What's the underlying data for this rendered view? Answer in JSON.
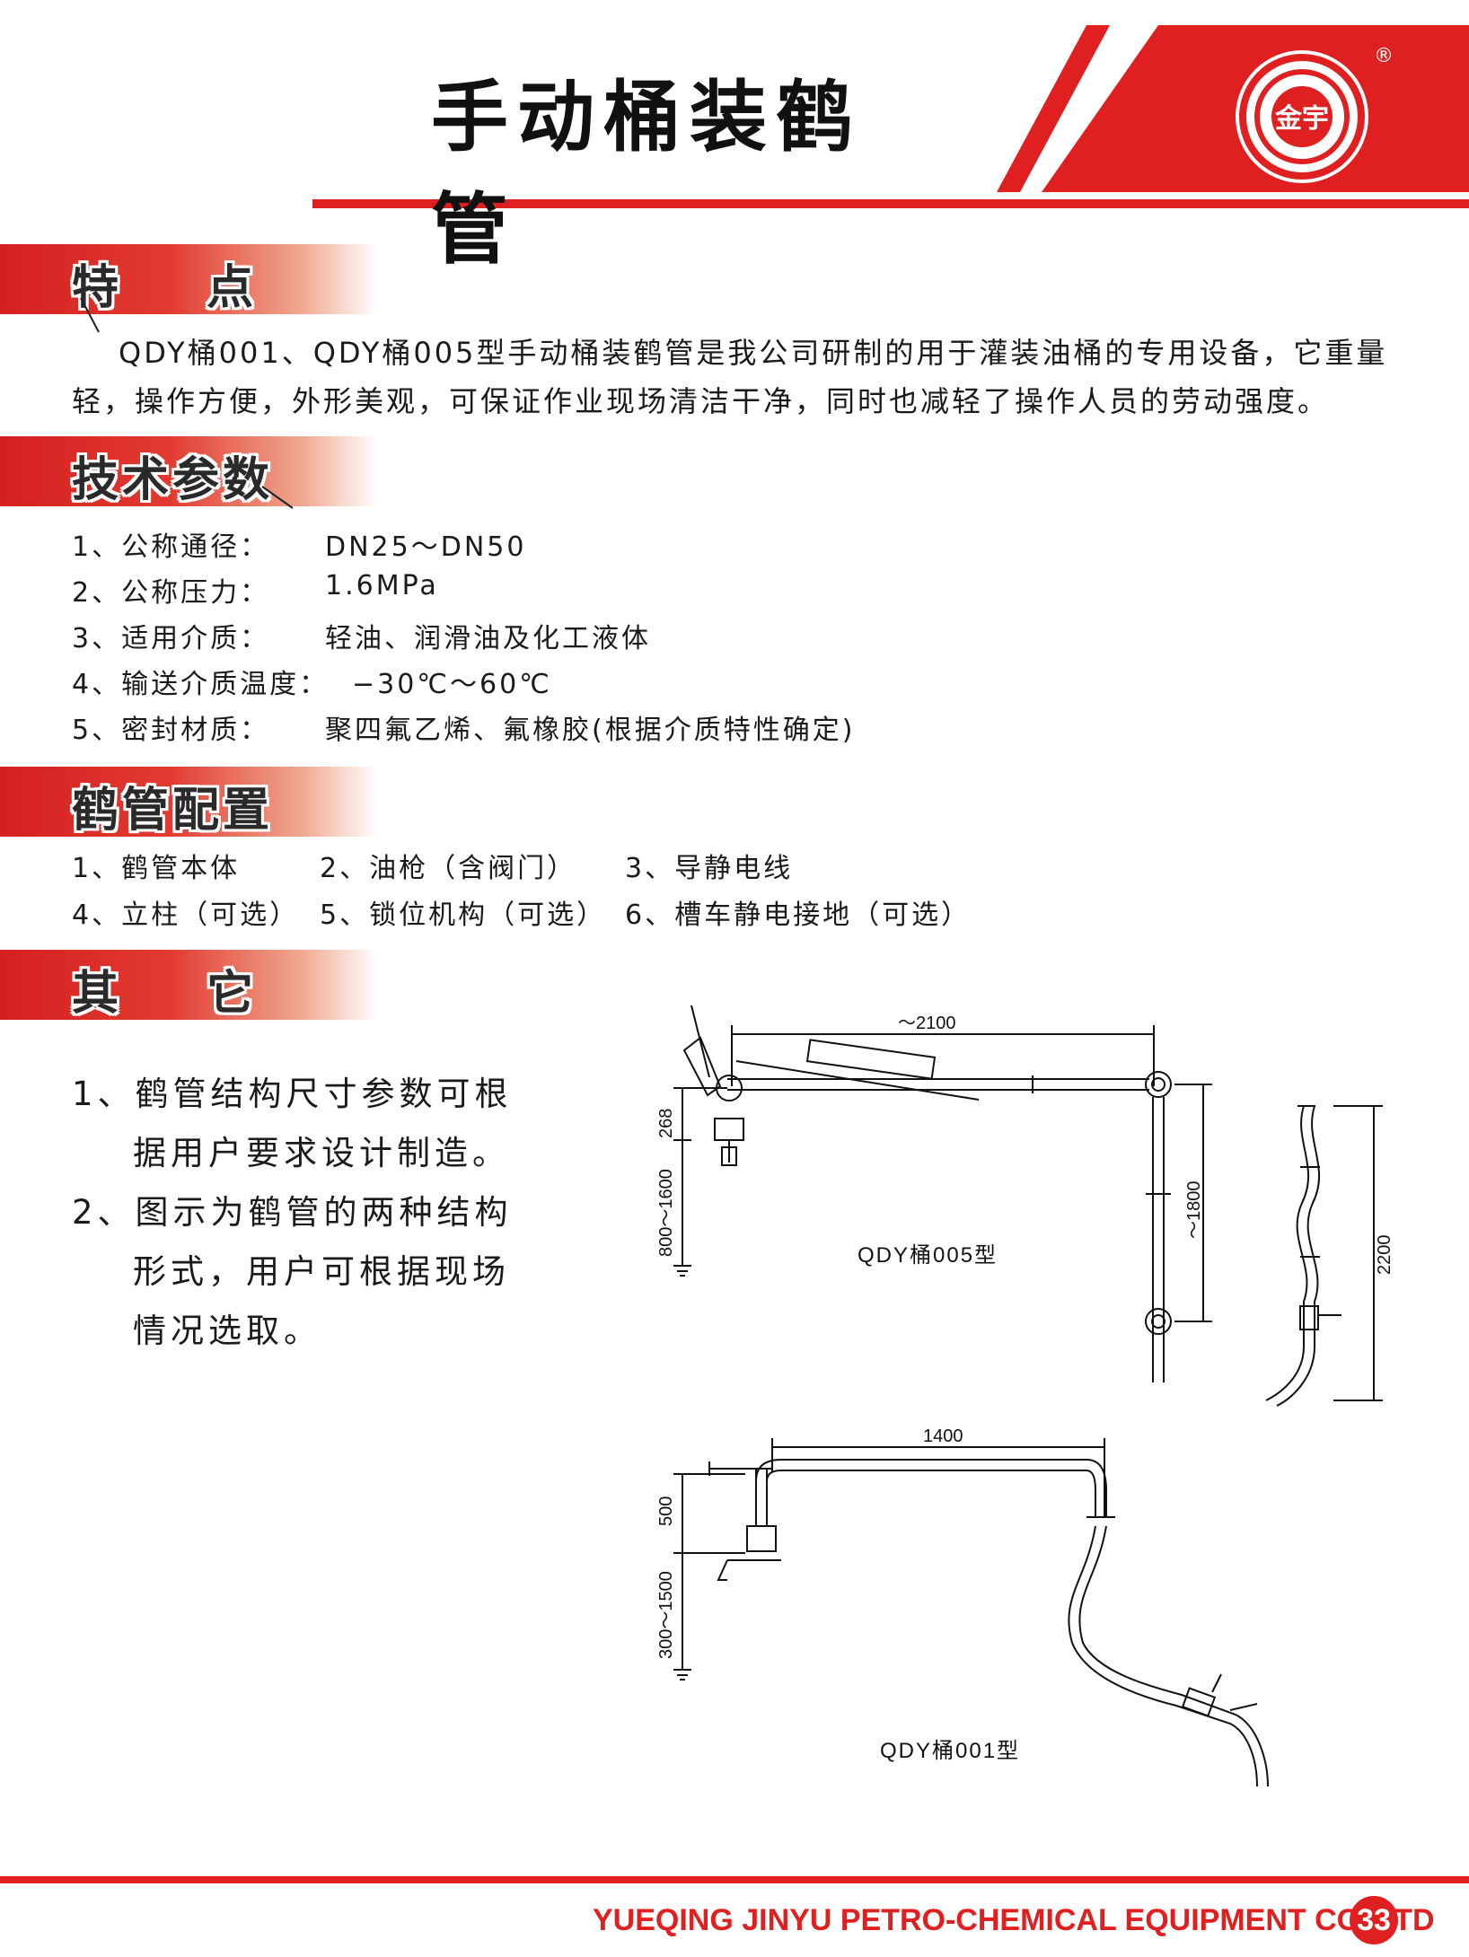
{
  "header": {
    "title": "手动桶装鹤管",
    "logo_text": "金宇",
    "registered_mark": "®"
  },
  "sections": {
    "features": {
      "title": "特 点",
      "text_line1": "QDY桶001、QDY桶005型手动桶装鹤管是我公司研制的用于灌装油桶的专用设备，它重量",
      "text_line2": "轻，操作方便，外形美观，可保证作业现场清洁干净，同时也减轻了操作人员的劳动强度。"
    },
    "specs": {
      "title": "技术参数",
      "items": [
        {
          "label": "1、公称通径：",
          "value": "DN25～DN50"
        },
        {
          "label": "2、公称压力：",
          "value": "1.6MPa"
        },
        {
          "label": "3、适用介质：",
          "value": "轻油、润滑油及化工液体"
        },
        {
          "label": "4、输送介质温度：",
          "value": "−30℃～60℃"
        },
        {
          "label": "5、密封材质：",
          "value": "聚四氟乙烯、氟橡胶(根据介质特性确定)"
        }
      ]
    },
    "config": {
      "title": "鹤管配置",
      "items": [
        "1、鹤管本体",
        "2、油枪（含阀门）",
        "3、导静电线",
        "4、立柱（可选）",
        "5、锁位机构（可选）",
        "6、槽车静电接地（可选）"
      ]
    },
    "other": {
      "title": "其 它",
      "lines": [
        "1、鹤管结构尺寸参数可根",
        "据用户要求设计制造。",
        "2、图示为鹤管的两种结构",
        "形式，用户可根据现场",
        "情况选取。"
      ]
    }
  },
  "drawings": {
    "top": {
      "model": "QDY桶005型",
      "dim_width": "～2100",
      "dim_268": "268",
      "dim_800_1600": "800～1600",
      "dim_1800": "～1800",
      "dim_2200": "2200"
    },
    "bottom": {
      "model": "QDY桶001型",
      "dim_width": "1400",
      "dim_500": "500",
      "dim_300_1500": "300～1500"
    }
  },
  "footer": {
    "company": "YUEQING JINYU PETRO-CHEMICAL EQUIPMENT CO.,LTD",
    "page_number": "33"
  },
  "colors": {
    "brand_red": "#e02020",
    "dark_red": "#c81818"
  }
}
